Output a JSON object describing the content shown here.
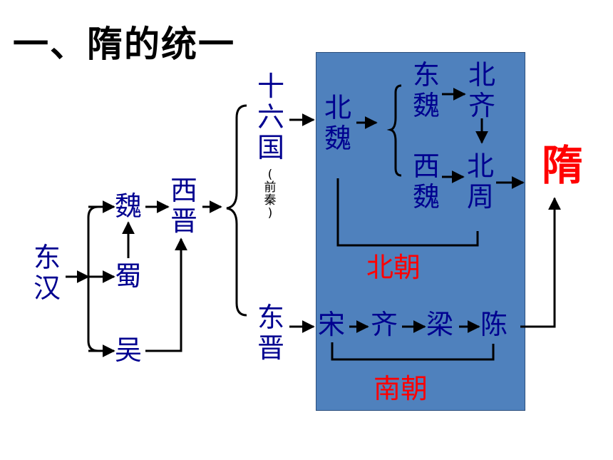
{
  "title": "一、隋的统一",
  "nodes": {
    "donghan": "东汉",
    "wei": "魏",
    "shu": "蜀",
    "wu": "吴",
    "xijin": "西晋",
    "shiliuguo": "十六国",
    "qianqin": "(前秦)",
    "dongjin": "东晋",
    "beiwei": "北魏",
    "dongwei": "东魏",
    "beiqi": "北齐",
    "xiwei": "西魏",
    "beizhou": "北周",
    "song": "宋",
    "qi": "齐",
    "liang": "梁",
    "chen": "陈",
    "sui": "隋"
  },
  "labels": {
    "beichao": "北朝",
    "nanchao": "南朝"
  },
  "colors": {
    "panel": "#4f81bd",
    "node_text": "#000090",
    "highlight": "#ff0000"
  }
}
